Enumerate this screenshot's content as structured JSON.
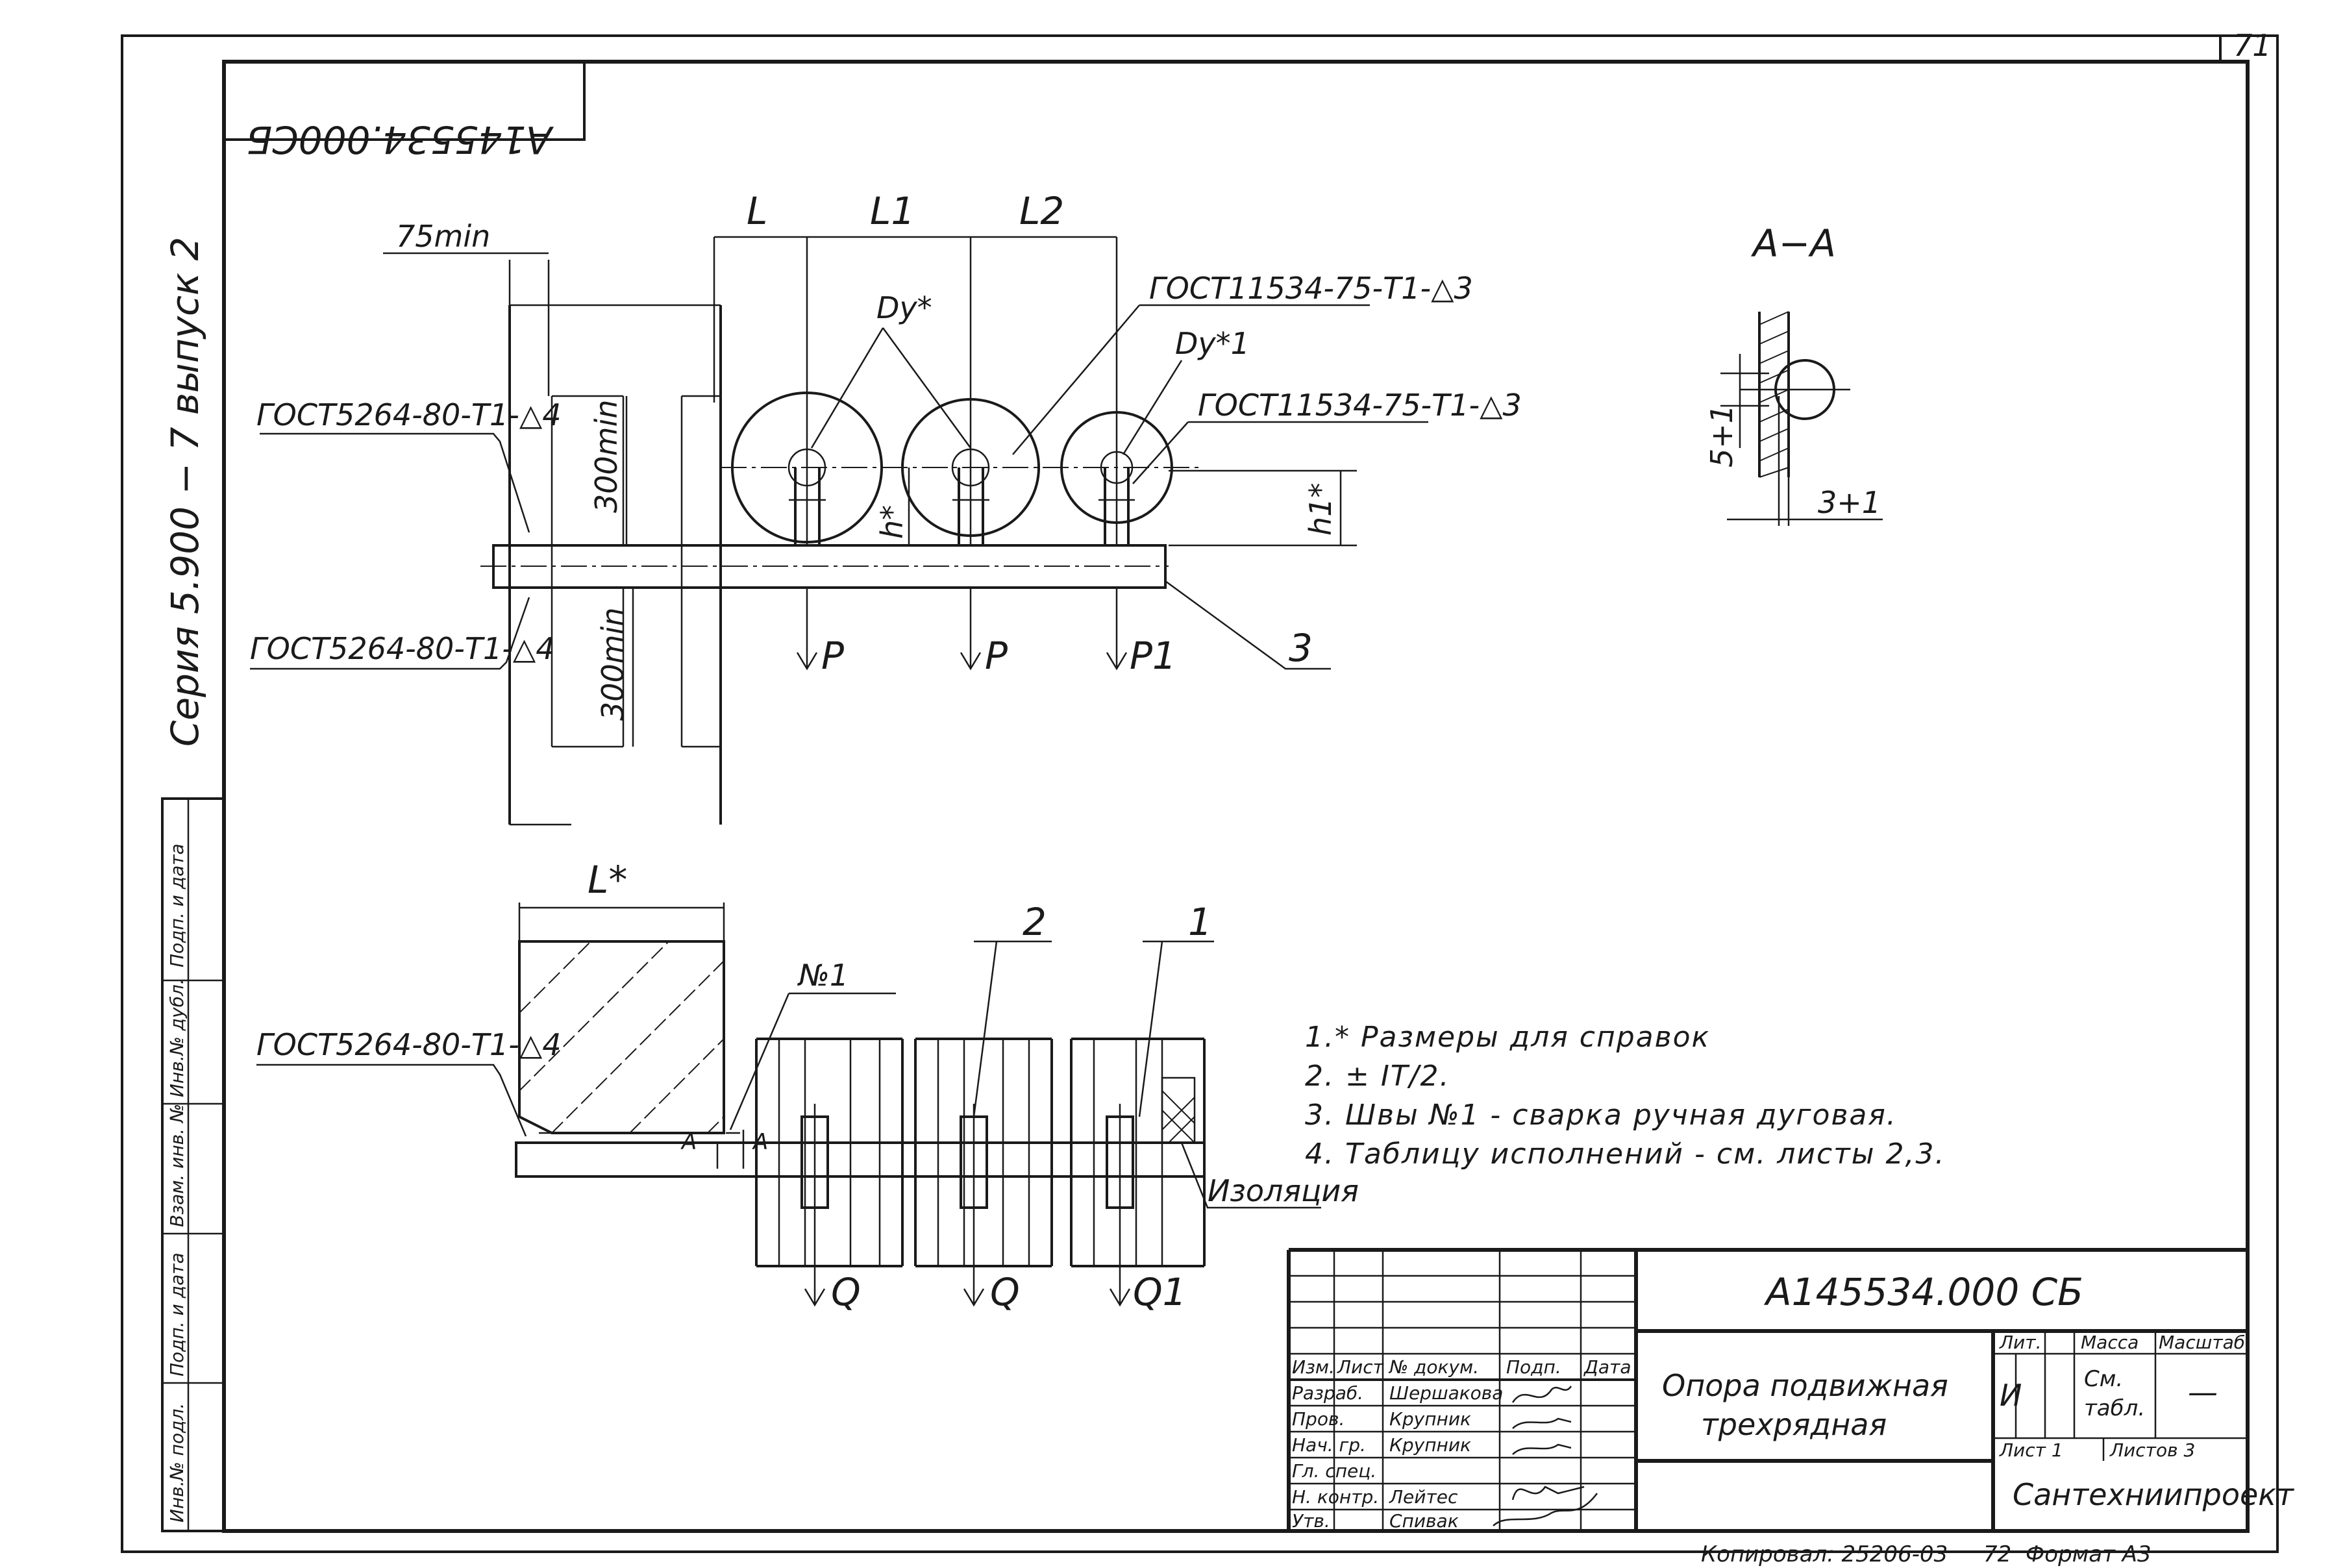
{
  "sheet_number": "71",
  "designation_mirrored": "А145534.000СБ",
  "side_title": "Серия 5.900 − 7  выпуск 2",
  "side_stamp": [
    "Подп. и дата",
    "Инв.№ дубл.",
    "Взам. инв. №",
    "Подп. и дата",
    "Инв.№ подл."
  ],
  "top_view": {
    "dim_75min": "75min",
    "dim_l": "L",
    "dim_l1": "L1",
    "dim_l2": "L2",
    "weld_left_1": "ГОСТ5264-80-Т1-△4",
    "weld_left_2": "ГОСТ5264-80-Т1-△4",
    "dim_300min_top": "300min",
    "dim_300min_bottom": "300min",
    "dy_1": "Dy*",
    "dy_2": "Dy*1",
    "weld_right_1": "ГОСТ11534-75-Т1-△3",
    "weld_right_2": "ГОСТ11534-75-Т1-△3",
    "h_star": "h*",
    "h1_star": "h1*",
    "load_1": "P",
    "load_2": "P",
    "load_3": "P1",
    "item_3": "3"
  },
  "section_aa": {
    "title": "А−А",
    "dim_5": "5+1",
    "dim_3": "3+1"
  },
  "bottom_view": {
    "dim_L": "L*",
    "weld_no1": "№1",
    "weld_left": "ГОСТ5264-80-Т1-△4",
    "item_2": "2",
    "item_1": "1",
    "insulation": "Изоляция",
    "mark_a_left": "А",
    "mark_a_right": "А",
    "load_1": "Q",
    "load_2": "Q",
    "load_3": "Q1"
  },
  "notes": [
    "1.* Размеры для справок",
    "2. ± IT/2.",
    "3. Швы №1 - сварка ручная дуговая.",
    "4. Таблицу исполнений - см. листы 2,3."
  ],
  "title_block": {
    "designation": "А145534.000 СБ",
    "name_line1": "Опора подвижная",
    "name_line2": "трехрядная",
    "header_cols": [
      "Изм.",
      "Лист",
      "№ докум.",
      "Подп.",
      "Дата"
    ],
    "roles": [
      {
        "role": "Разраб.",
        "name": "Шершакова"
      },
      {
        "role": "Пров.",
        "name": "Крупник"
      },
      {
        "role": "Нач. гр.",
        "name": "Крупник"
      },
      {
        "role": "Гл. спец.",
        "name": ""
      },
      {
        "role": "Н. контр.",
        "name": "Лейтес"
      },
      {
        "role": "Утв.",
        "name": "Спивак"
      }
    ],
    "lit_label": "Лит.",
    "mass_label": "Масса",
    "scale_label": "Масштаб",
    "lit_value": "И",
    "mass_value_1": "См.",
    "mass_value_2": "табл.",
    "scale_value": "—",
    "sheet_label": "Лист 1",
    "sheets_label": "Листов 3",
    "organization": "Сантехниипроект"
  },
  "footer": {
    "copied": "Копировал: 25206-03",
    "copied_num": "72",
    "format": "Формат А3"
  }
}
